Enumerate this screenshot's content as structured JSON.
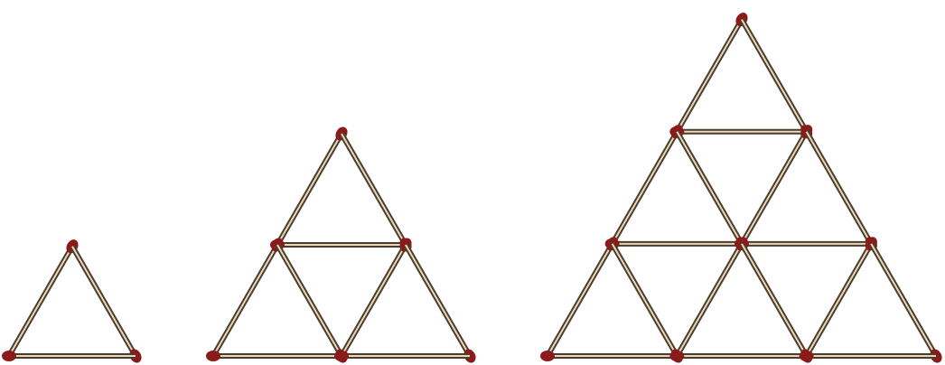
{
  "diagram": {
    "type": "matchstick-triangle-sequence",
    "colors": {
      "background": "#ffffff",
      "stick_outline": "#4a3d2e",
      "stick_fill": "#e8d8b8",
      "match_head": "#8b1a1a"
    },
    "figures": [
      {
        "name": "figure-1",
        "rows": 1,
        "small_triangles": 1,
        "matchsticks": 3
      },
      {
        "name": "figure-2",
        "rows": 2,
        "small_triangles": 4,
        "matchsticks": 9
      },
      {
        "name": "figure-3",
        "rows": 3,
        "small_triangles": 9,
        "matchsticks": 18
      }
    ]
  }
}
